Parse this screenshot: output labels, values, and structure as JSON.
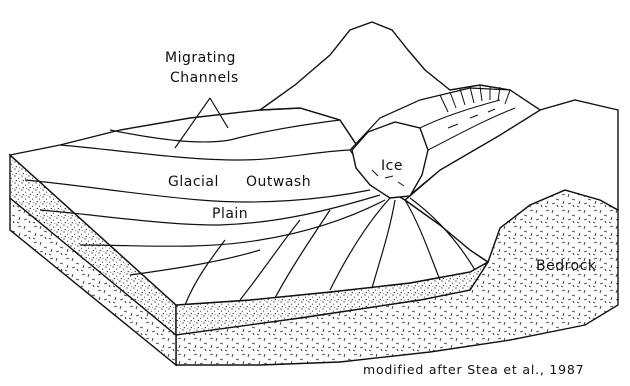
{
  "diagram": {
    "labels": {
      "migrating_1": "Migrating",
      "migrating_2": "Channels",
      "glacial": "Glacial",
      "outwash": "Outwash",
      "plain": "Plain",
      "ice": "Ice",
      "bedrock": "Bedrock"
    },
    "caption": "modified after Stea et al., 1987"
  }
}
